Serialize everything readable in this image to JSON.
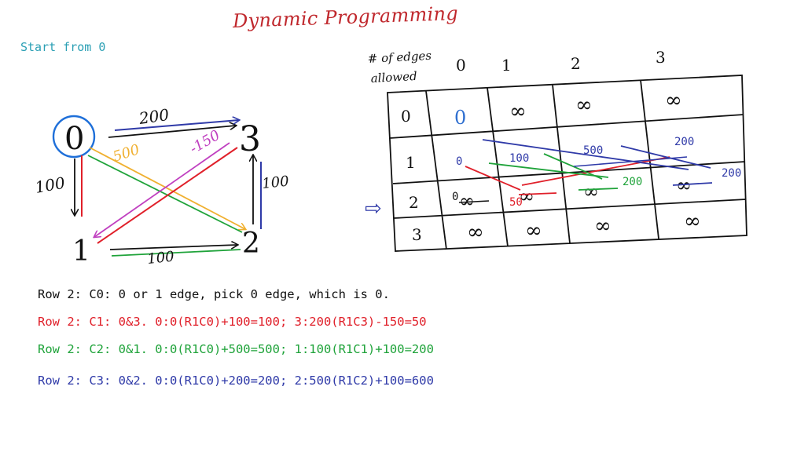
{
  "title": "Dynamic Programming",
  "start_note": "Start from 0",
  "graph": {
    "nodes": [
      {
        "id": "node-0",
        "label": "0"
      },
      {
        "id": "node-1",
        "label": "1"
      },
      {
        "id": "node-2",
        "label": "2"
      },
      {
        "id": "node-3",
        "label": "3"
      }
    ],
    "edge_labels": {
      "e03": "200",
      "e02": "500",
      "e31": "-150",
      "e01": "100",
      "e12": "100",
      "e23": "100"
    }
  },
  "table": {
    "corner_label_1": "# of edges",
    "corner_label_2": "allowed",
    "col_headers": [
      "0",
      "1",
      "2",
      "3"
    ],
    "row_headers": [
      "0",
      "1",
      "2",
      "3"
    ],
    "row0": [
      "0",
      "∞",
      "∞",
      "∞"
    ],
    "row3": [
      "∞",
      "∞",
      "∞",
      "∞"
    ],
    "annotations": {
      "r1c0": "0",
      "r1c1": "100",
      "r1c2": "500",
      "r1c3": "200",
      "r2c0": "0",
      "r2c1": "50",
      "r2c2": "200",
      "r2c3": "200"
    },
    "current_row_arrow": "⇨"
  },
  "notes": {
    "c0": "Row 2: C0: 0 or 1 edge, pick 0 edge, which is 0.",
    "c1": "Row 2: C1: 0&3. 0:0(R1C0)+100=100; 3:200(R1C3)-150=50",
    "c2": "Row 2: C2: 0&1. 0:0(R1C0)+500=500; 1:100(R1C1)+100=200",
    "c3": "Row 2: C3: 0&2. 0:0(R1C0)+200=200; 2:500(R1C2)+100=600"
  },
  "colors": {
    "title": "#c0282d",
    "start": "#2a9fb4",
    "black_note": "#111111",
    "red": "#e0202a",
    "green": "#1fa33a",
    "blue": "#2f3aa8",
    "orange": "#f0b030",
    "magenta": "#c040c0",
    "node_circle": "#1e6fd9"
  }
}
